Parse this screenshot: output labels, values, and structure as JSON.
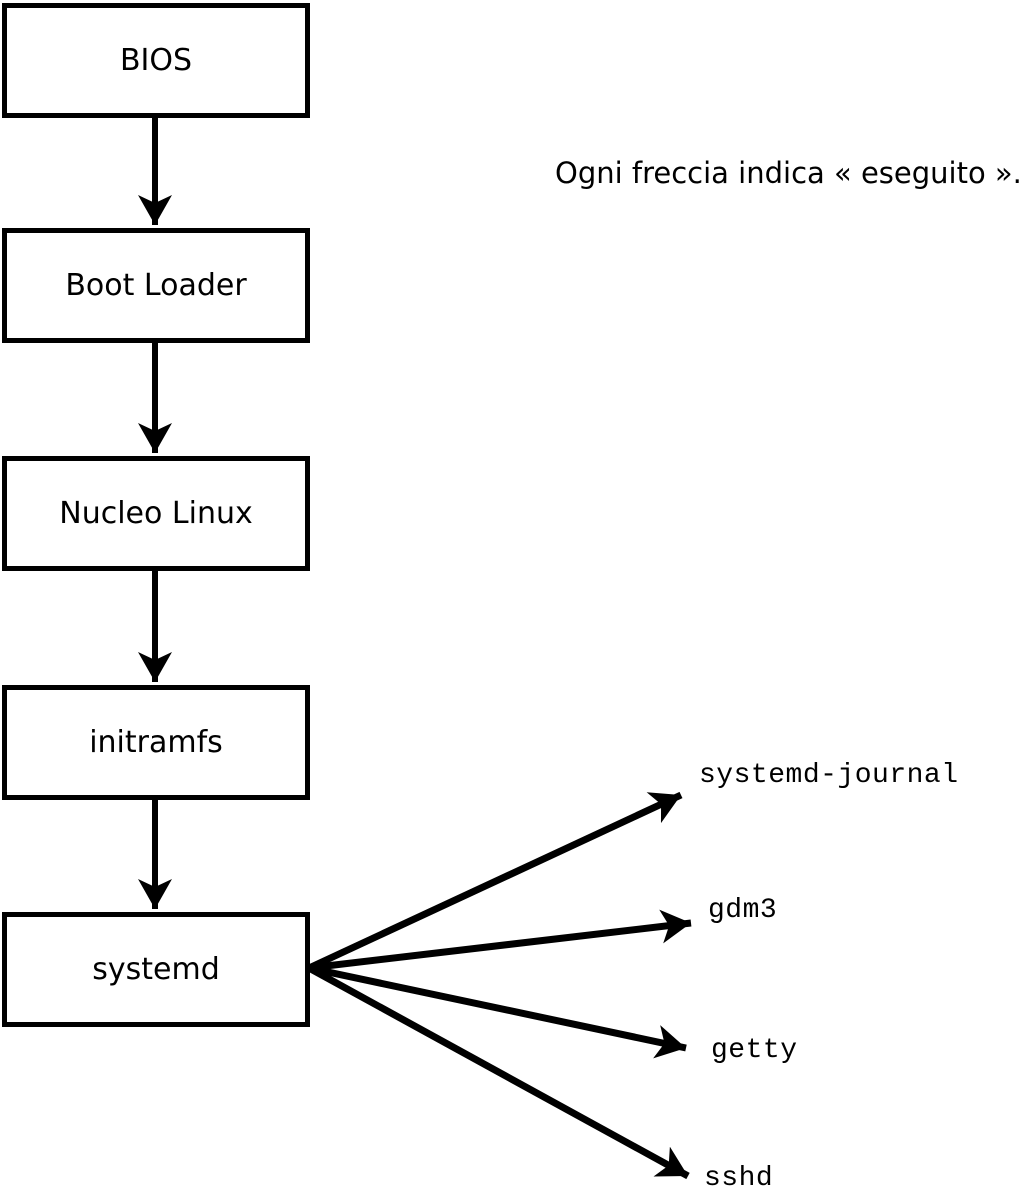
{
  "diagram": {
    "caption": "Ogni freccia indica « eseguito ».",
    "boxes": [
      {
        "id": "bios",
        "label": "BIOS"
      },
      {
        "id": "boot-loader",
        "label": "Boot Loader"
      },
      {
        "id": "nucleo",
        "label": "Nucleo Linux"
      },
      {
        "id": "initramfs",
        "label": "initramfs"
      },
      {
        "id": "systemd",
        "label": "systemd"
      }
    ],
    "services": [
      {
        "name": "systemd-journal"
      },
      {
        "name": "gdm3"
      },
      {
        "name": "getty"
      },
      {
        "name": "sshd"
      }
    ],
    "edges": [
      {
        "from": "BIOS",
        "to": "Boot Loader"
      },
      {
        "from": "Boot Loader",
        "to": "Nucleo Linux"
      },
      {
        "from": "Nucleo Linux",
        "to": "initramfs"
      },
      {
        "from": "initramfs",
        "to": "systemd"
      },
      {
        "from": "systemd",
        "to": "systemd-journal"
      },
      {
        "from": "systemd",
        "to": "gdm3"
      },
      {
        "from": "systemd",
        "to": "getty"
      },
      {
        "from": "systemd",
        "to": "sshd"
      }
    ],
    "colors": {
      "line": "#000000",
      "box_border": "#000000",
      "text": "#000000",
      "background": "#ffffff"
    }
  }
}
